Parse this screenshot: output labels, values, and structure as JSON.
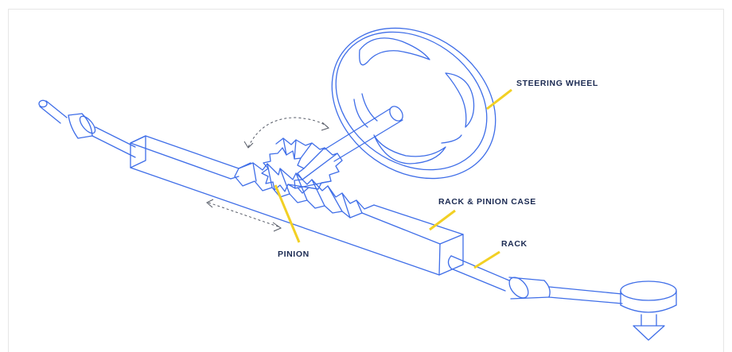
{
  "diagram": {
    "labels": {
      "steering_wheel": "STEERING WHEEL",
      "rack_pinion_case": "RACK & PINION CASE",
      "rack": "RACK",
      "pinion": "PINION"
    },
    "colors": {
      "line": "#3f6ee8",
      "leader": "#f2d024",
      "text": "#1b2a52",
      "arrow": "#555a66",
      "frame": "#e6e6e6"
    }
  }
}
